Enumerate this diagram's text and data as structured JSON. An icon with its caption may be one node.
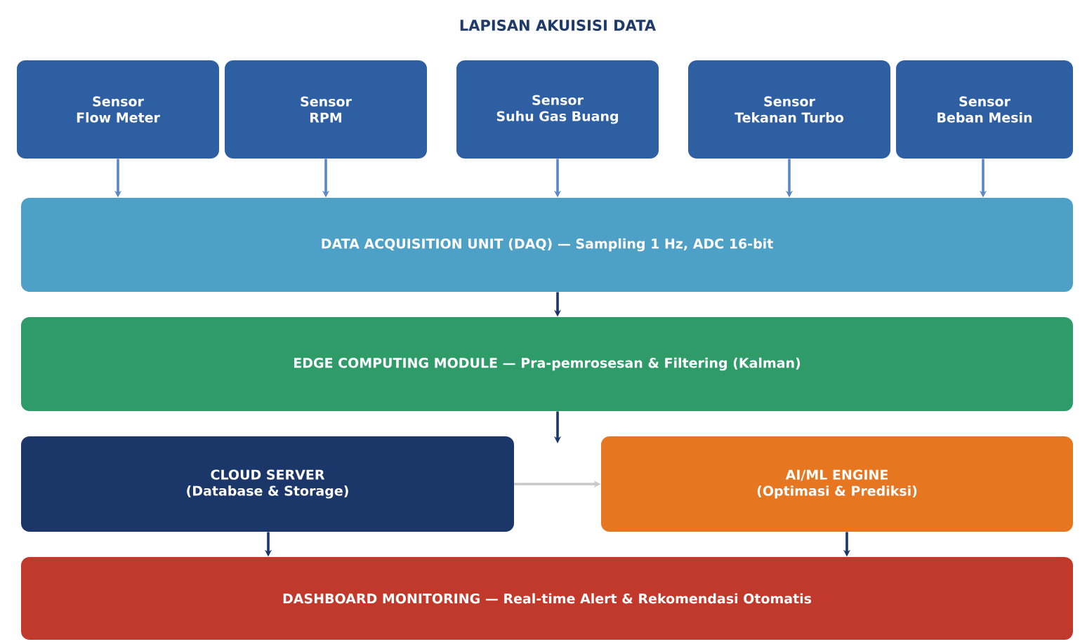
{
  "diagram": {
    "title": "LAPISAN AKUISISI DATA",
    "nodes": [
      {
        "text": [
          "Sensor",
          "Flow Meter"
        ]
      },
      {
        "text": [
          "Sensor",
          "RPM"
        ]
      },
      {
        "text": [
          "Sensor",
          "Suhu Gas Buang"
        ]
      },
      {
        "text": [
          "Sensor",
          "Tekanan Turbo"
        ]
      },
      {
        "text": [
          "Sensor",
          "Beban Mesin"
        ]
      },
      {
        "text": [
          "DATA ACQUISITION UNIT (DAQ)  —  Sampling 1 Hz, ADC 16-bit"
        ]
      },
      {
        "text": [
          "EDGE COMPUTING MODULE  —  Pra-pemrosesan & Filtering (Kalman)"
        ]
      },
      {
        "text": [
          "CLOUD SERVER",
          "(Database & Storage)"
        ]
      },
      {
        "text": [
          "AI/ML ENGINE",
          "(Optimasi & Prediksi)"
        ]
      },
      {
        "text": [
          "DASHBOARD MONITORING  —  Real-time Alert & Rekomendasi Otomatis"
        ]
      }
    ],
    "edges": [
      {
        "from": 0,
        "to": 5,
        "arrow": "to",
        "color": "#5b86c8"
      },
      {
        "from": 1,
        "to": 5,
        "arrow": "to",
        "color": "#5b86c8"
      },
      {
        "from": 2,
        "to": 5,
        "arrow": "to",
        "color": "#5b86c8"
      },
      {
        "from": 3,
        "to": 5,
        "arrow": "to",
        "color": "#5b86c8"
      },
      {
        "from": 4,
        "to": 5,
        "arrow": "to",
        "color": "#5b86c8"
      },
      {
        "from": 5,
        "to": 6,
        "arrow": "to",
        "color": "#1b3668"
      },
      {
        "from": 6,
        "to": null,
        "arrow": "to",
        "color": "#1b3668"
      },
      {
        "from": 7,
        "to": 8,
        "arrow": "to",
        "color": "#c8c8c8"
      },
      {
        "from": 7,
        "to": 9,
        "arrow": "to",
        "color": "#1b3668"
      },
      {
        "from": 8,
        "to": 9,
        "arrow": "to",
        "color": "#1b3668"
      }
    ]
  }
}
